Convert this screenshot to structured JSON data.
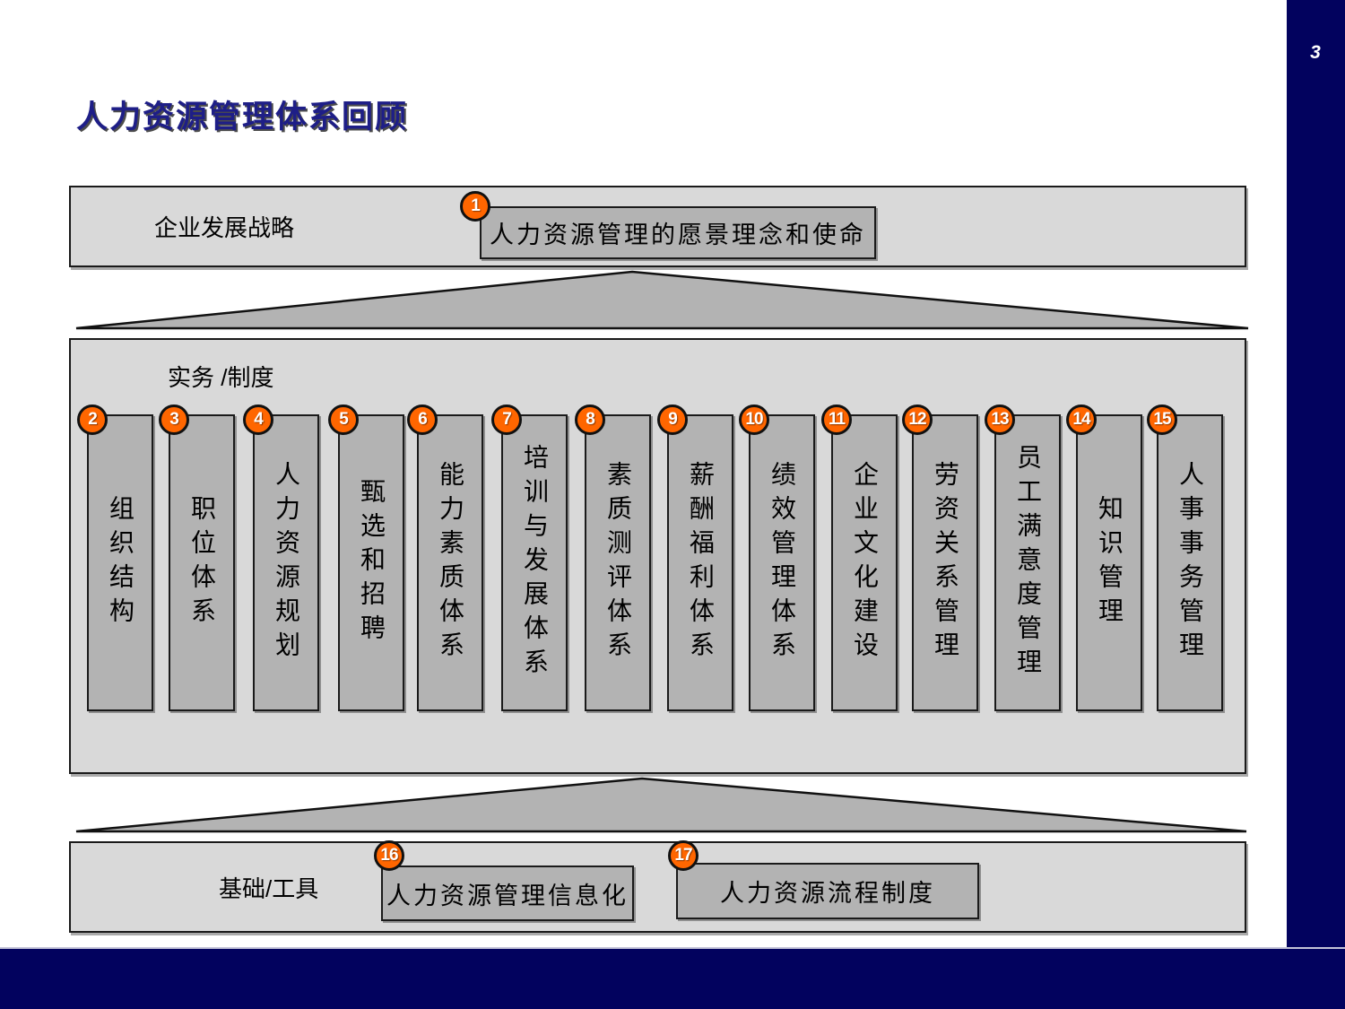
{
  "slide": {
    "page_number": "3",
    "title": "人力资源管理体系回顾"
  },
  "strategy_section": {
    "label": "企业发展战略",
    "item": {
      "number": "1",
      "label": "人力资源管理的愿景理念和使命"
    }
  },
  "practice_section": {
    "label": "实务 /制度",
    "pillars": [
      {
        "number": "2",
        "label": "组织结构"
      },
      {
        "number": "3",
        "label": "职位体系"
      },
      {
        "number": "4",
        "label": "人力资源规划"
      },
      {
        "number": "5",
        "label": "甄选和招聘"
      },
      {
        "number": "6",
        "label": "能力素质体系"
      },
      {
        "number": "7",
        "label": "培训与发展体系"
      },
      {
        "number": "8",
        "label": "素质测评体系"
      },
      {
        "number": "9",
        "label": "薪酬福利体系"
      },
      {
        "number": "10",
        "label": "绩效管理体系"
      },
      {
        "number": "11",
        "label": "企业文化建设"
      },
      {
        "number": "12",
        "label": "劳资关系管理"
      },
      {
        "number": "13",
        "label": "员工满意度管理"
      },
      {
        "number": "14",
        "label": "知识管理"
      },
      {
        "number": "15",
        "label": "人事事务管理"
      }
    ]
  },
  "foundation_section": {
    "label": "基础/工具",
    "items": [
      {
        "number": "16",
        "label": "人力资源管理信息化"
      },
      {
        "number": "17",
        "label": "人力资源流程制度"
      }
    ]
  },
  "colors": {
    "navy_bar": "#02025e",
    "title_navy": "#1e1e87",
    "section_fill": "#d9d9d9",
    "block_fill": "#b3b3b3",
    "badge_orange": "#ff6600",
    "outline": "#1a1a1a"
  }
}
